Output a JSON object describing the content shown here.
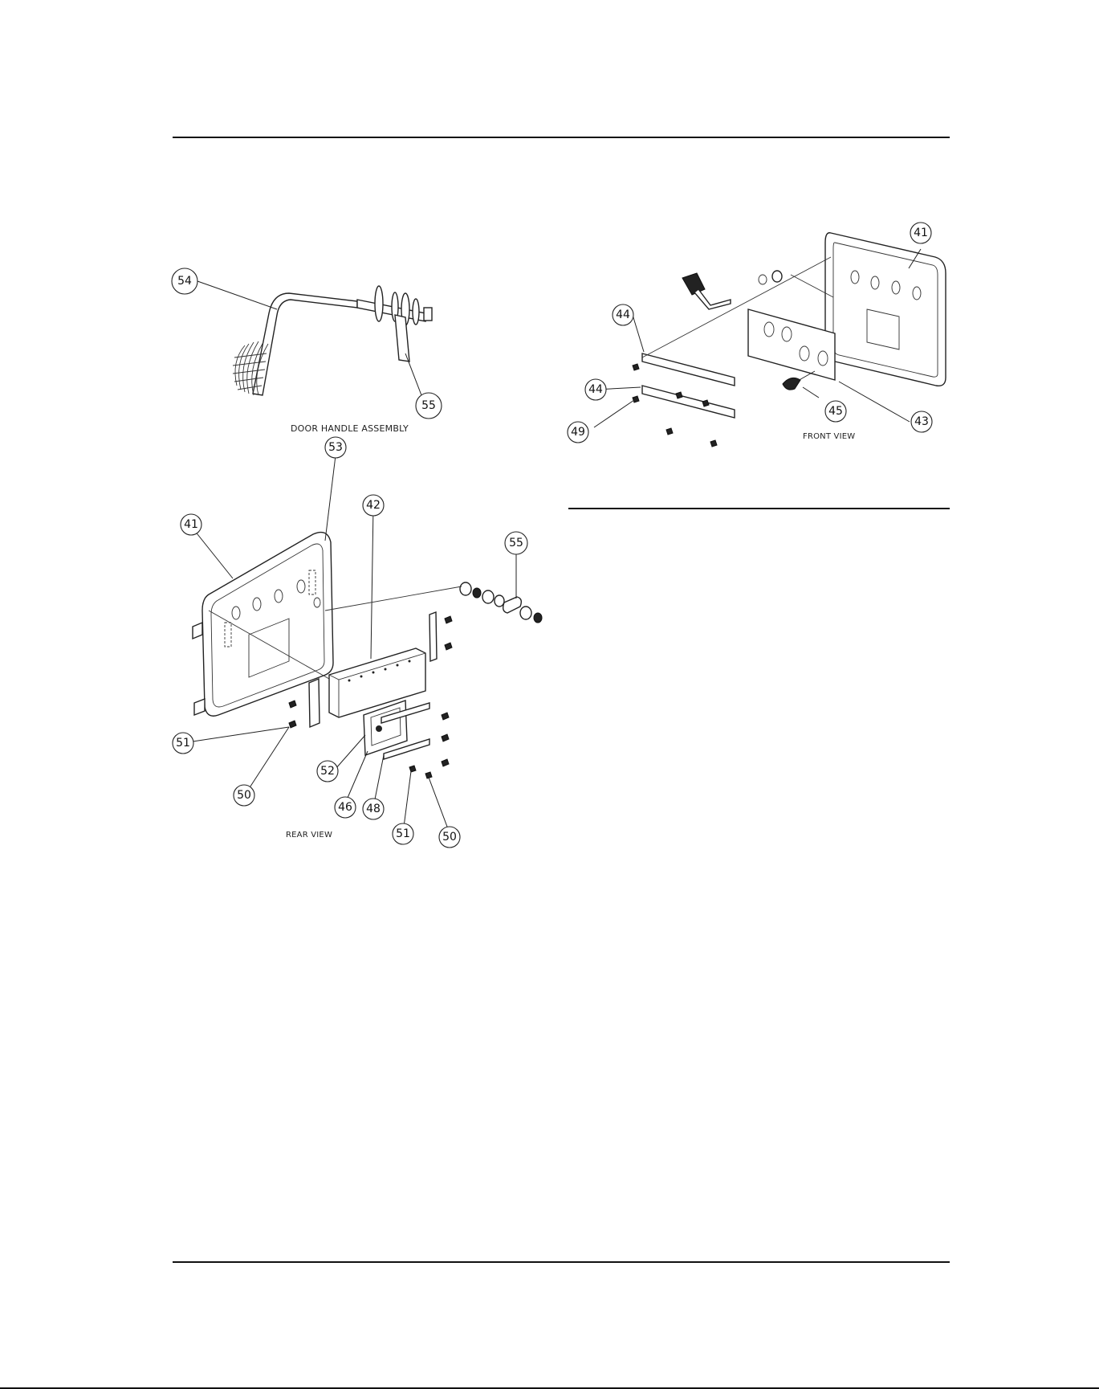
{
  "diagram": {
    "door_handle_assembly": {
      "caption": "DOOR HANDLE ASSEMBLY",
      "callouts": [
        "54",
        "55"
      ]
    },
    "rear_view": {
      "caption": "REAR VIEW",
      "callouts": [
        "53",
        "41",
        "42",
        "55",
        "51",
        "52",
        "50",
        "46",
        "48",
        "51",
        "50"
      ]
    },
    "front_view": {
      "caption": "FRONT VIEW",
      "callouts": [
        "41",
        "44",
        "44",
        "49",
        "45",
        "43"
      ]
    }
  }
}
